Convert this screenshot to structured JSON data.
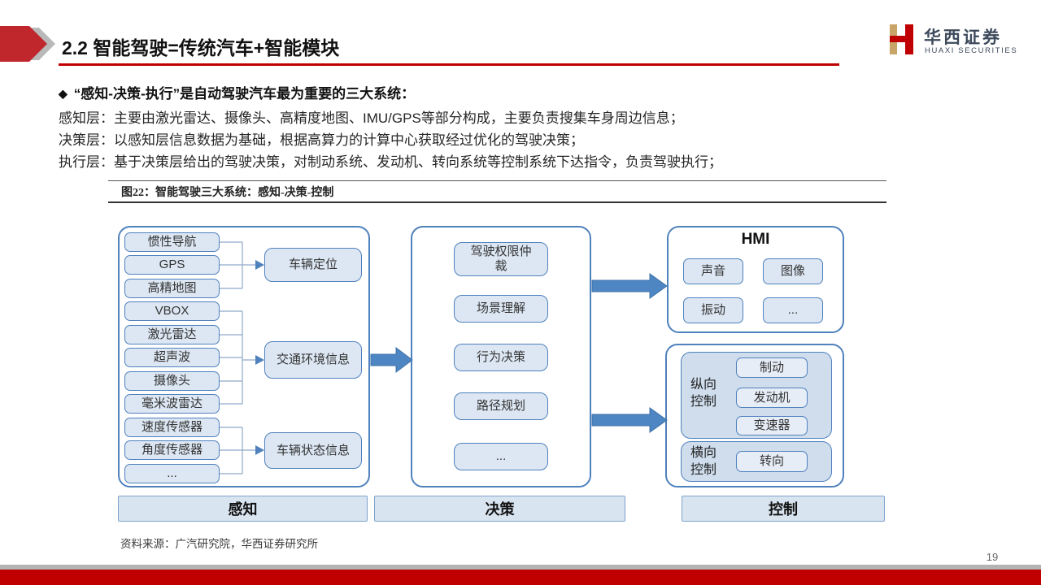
{
  "header": {
    "title": "2.2 智能驾驶=传统汽车+智能模块",
    "logo": {
      "name_cn": "华西证券",
      "name_en": "HUAXI SECURITIES"
    }
  },
  "body": {
    "bullet_icon": "◆",
    "bullet": "“感知-决策-执行”是自动驾驶汽车最为重要的三大系统：",
    "lines": [
      "感知层：主要由激光雷达、摄像头、高精度地图、IMU/GPS等部分构成，主要负责搜集车身周边信息；",
      "决策层：以感知层信息数据为基础，根据高算力的计算中心获取经过优化的驾驶决策；",
      "执行层：基于决策层给出的驾驶决策，对制动系统、发动机、转向系统等控制系统下达指令，负责驾驶执行；"
    ]
  },
  "figure": {
    "caption": "图22：智能驾驶三大系统：感知-决策-控制",
    "source": "资料来源：广汽研究院，华西证券研究所"
  },
  "diagram": {
    "perception": {
      "sensors": [
        "惯性导航",
        "GPS",
        "高精地图",
        "VBOX",
        "激光雷达",
        "超声波",
        "摄像头",
        "毫米波雷达",
        "速度传感器",
        "角度传感器",
        "..."
      ],
      "outputs": [
        "车辆定位",
        "交通环境信息",
        "车辆状态信息"
      ]
    },
    "decision": {
      "items": [
        "驾驶权限仲裁",
        "场景理解",
        "行为决策",
        "路径规划",
        "..."
      ]
    },
    "hmi": {
      "title": "HMI",
      "items": [
        "声音",
        "图像",
        "振动",
        "..."
      ]
    },
    "control": {
      "groups": [
        {
          "label": "纵向控制",
          "items": [
            "制动",
            "发动机",
            "变速器"
          ]
        },
        {
          "label": "横向控制",
          "items": [
            "转向"
          ]
        }
      ]
    },
    "footer_labels": [
      "感知",
      "决策",
      "控制"
    ]
  },
  "footer": {
    "page": "19"
  },
  "colors": {
    "accent_red": "#c00000",
    "box_border_blue": "#4f81bd",
    "box_fill_blue": "#dce7f3",
    "arrow_blue": "#4e86c4"
  }
}
